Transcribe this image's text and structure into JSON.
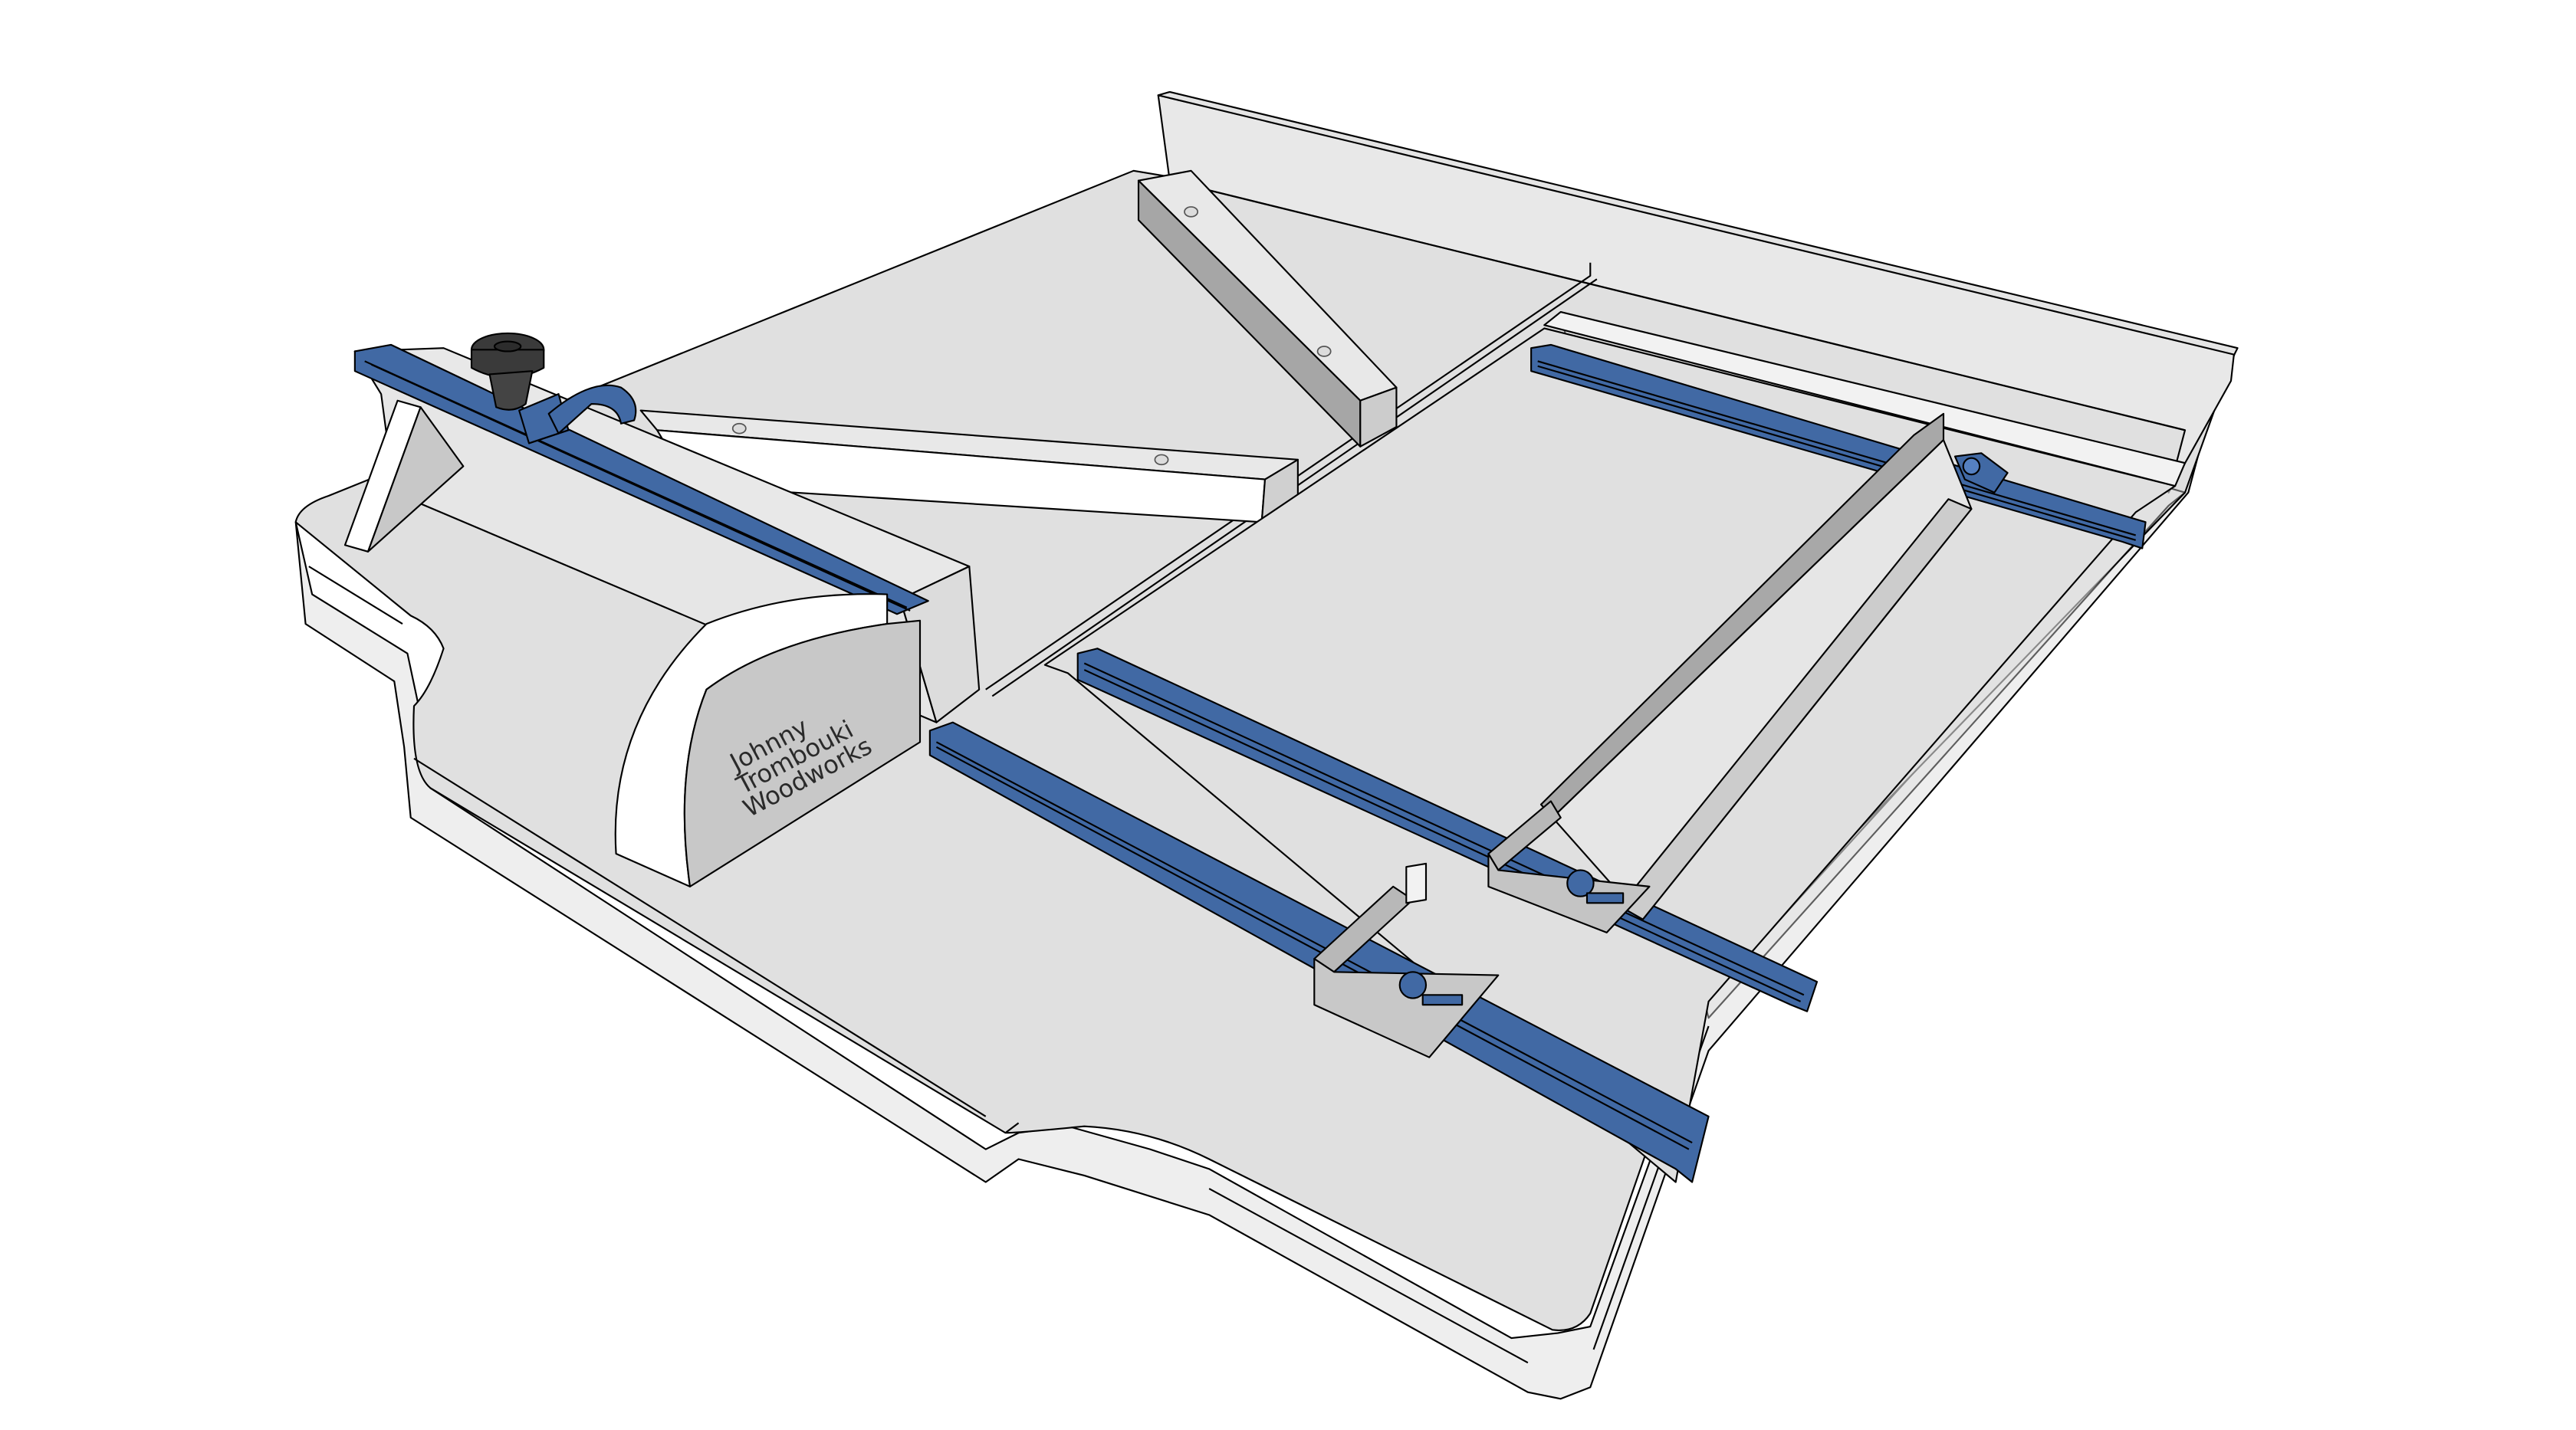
{
  "scene": {
    "description": "3D render of a table saw crosscut sled with T-track rails, flip stops and a hold-down knob",
    "colors": {
      "background": "#ffffff",
      "surface": "#e0e0e0",
      "surface_light": "#e8e8e8",
      "edge_white": "#f7f7f7",
      "shadow_face": "#c8c8c8",
      "dark_face": "#a6a6a6",
      "track_blue": "#4169a4",
      "track_blue_light": "#5580c0",
      "knob_black": "#3a3a3a",
      "stop_gray": "#b8b8b8",
      "outline": "#000000"
    }
  },
  "logo": {
    "line1": "Johnny",
    "line2": "Trombouki",
    "line3": "Woodworks"
  }
}
